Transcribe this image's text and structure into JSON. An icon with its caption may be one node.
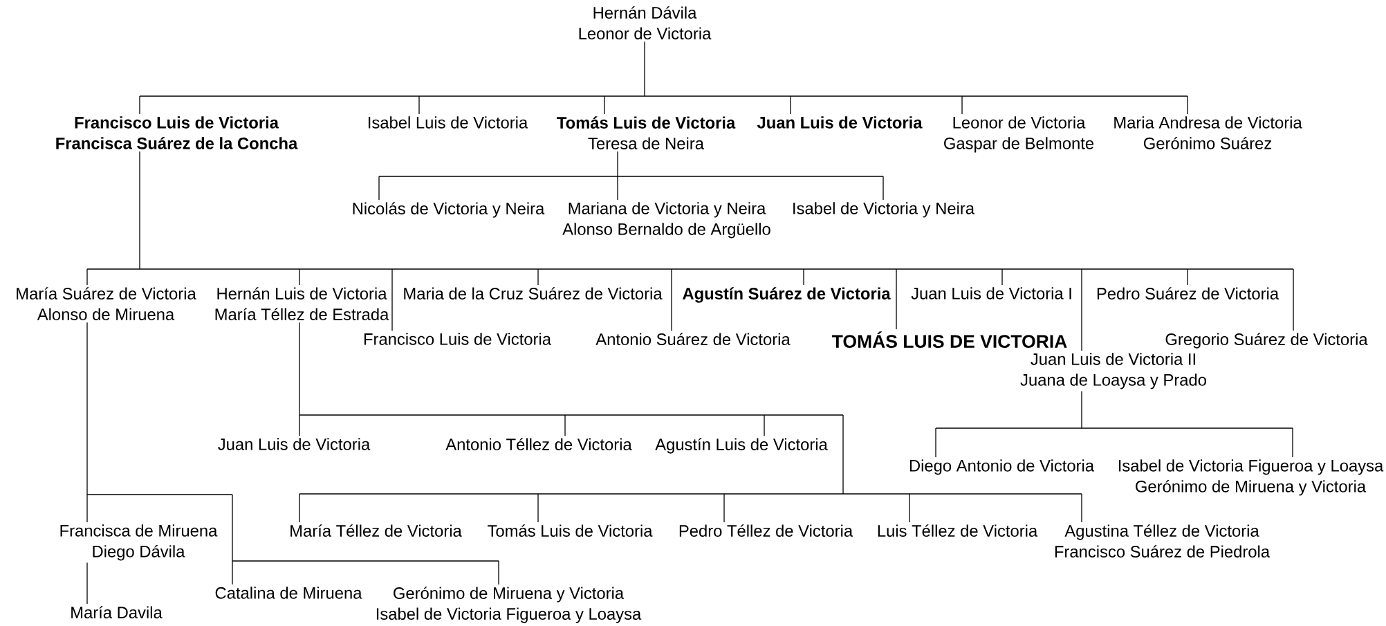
{
  "diagram": {
    "nodes": [
      {
        "text": [
          "Hernán Dávila",
          "Leonor de Victoria"
        ]
      },
      {
        "text": [
          "Francisco Luis de Victoria",
          "Francisca Suárez de la Concha"
        ]
      },
      {
        "text": [
          "Isabel Luis de Victoria"
        ]
      },
      {
        "text": [
          "Tomás Luis de Victoria",
          "Teresa de Neira"
        ]
      },
      {
        "text": [
          "Juan Luis de Victoria"
        ]
      },
      {
        "text": [
          "Leonor de Victoria",
          "Gaspar de Belmonte"
        ]
      },
      {
        "text": [
          "Maria Andresa de Victoria",
          "Gerónimo Suárez"
        ]
      },
      {
        "text": [
          "Nicolás de Victoria y Neira"
        ]
      },
      {
        "text": [
          "Mariana de Victoria y Neira",
          "Alonso Bernaldo de Argüello"
        ]
      },
      {
        "text": [
          "Isabel de Victoria y Neira"
        ]
      },
      {
        "text": [
          "María Suárez de Victoria",
          "Alonso de Miruena"
        ]
      },
      {
        "text": [
          "Hernán Luis de Victoria",
          "María Téllez de Estrada"
        ]
      },
      {
        "text": [
          "Maria de la Cruz Suárez de Victoria"
        ]
      },
      {
        "text": [
          "Agustín Suárez de Victoria"
        ]
      },
      {
        "text": [
          "Juan Luis de Victoria I"
        ]
      },
      {
        "text": [
          "Pedro Suárez de Victoria"
        ]
      },
      {
        "text": [
          "Francisco Luis de Victoria"
        ]
      },
      {
        "text": [
          "Antonio Suárez de Victoria"
        ]
      },
      {
        "text": [
          "TOMÁS LUIS DE VICTORIA"
        ]
      },
      {
        "text": [
          "Gregorio Suárez de Victoria"
        ]
      },
      {
        "text": [
          "Juan Luis de Victoria II",
          "Juana de Loaysa y Prado"
        ]
      },
      {
        "text": [
          "Juan Luis de Victoria"
        ]
      },
      {
        "text": [
          "Antonio Téllez de Victoria"
        ]
      },
      {
        "text": [
          "Agustín Luis de Victoria"
        ]
      },
      {
        "text": [
          "Diego Antonio de Victoria"
        ]
      },
      {
        "text": [
          "Isabel de Victoria Figueroa y Loaysa",
          "Gerónimo de Miruena y Victoria"
        ]
      },
      {
        "text": [
          "Francisca de Miruena",
          "Diego Dávila"
        ]
      },
      {
        "text": [
          "María Téllez de Victoria"
        ]
      },
      {
        "text": [
          "Tomás Luis de Victoria"
        ]
      },
      {
        "text": [
          "Pedro Téllez de Victoria"
        ]
      },
      {
        "text": [
          "Luis Téllez de Victoria"
        ]
      },
      {
        "text": [
          "Agustina Téllez de Victoria",
          "Francisco Suárez de Piedrola"
        ]
      },
      {
        "text": [
          "Catalina de Miruena"
        ]
      },
      {
        "text": [
          "Gerónimo de Miruena y Victoria",
          "Isabel de Victoria Figueroa y Loaysa"
        ]
      },
      {
        "text": [
          "María Davila"
        ]
      }
    ],
    "edges": [
      {
        "from": 0,
        "to": 1,
        "arrow": "none"
      },
      {
        "from": 0,
        "to": 2,
        "arrow": "none"
      },
      {
        "from": 0,
        "to": 3,
        "arrow": "none"
      },
      {
        "from": 0,
        "to": 4,
        "arrow": "none"
      },
      {
        "from": 0,
        "to": 5,
        "arrow": "none"
      },
      {
        "from": 0,
        "to": 6,
        "arrow": "none"
      },
      {
        "from": 3,
        "to": 7,
        "arrow": "none"
      },
      {
        "from": 3,
        "to": 8,
        "arrow": "none"
      },
      {
        "from": 3,
        "to": 9,
        "arrow": "none"
      },
      {
        "from": 1,
        "to": 10,
        "arrow": "none"
      },
      {
        "from": 1,
        "to": 11,
        "arrow": "none"
      },
      {
        "from": 1,
        "to": 16,
        "arrow": "none"
      },
      {
        "from": 1,
        "to": 12,
        "arrow": "none"
      },
      {
        "from": 1,
        "to": 17,
        "arrow": "none"
      },
      {
        "from": 1,
        "to": 13,
        "arrow": "none"
      },
      {
        "from": 1,
        "to": 18,
        "arrow": "none"
      },
      {
        "from": 1,
        "to": 14,
        "arrow": "none"
      },
      {
        "from": 1,
        "to": 20,
        "arrow": "none"
      },
      {
        "from": 1,
        "to": 15,
        "arrow": "none"
      },
      {
        "from": 1,
        "to": 19,
        "arrow": "none"
      },
      {
        "from": 11,
        "to": 21,
        "arrow": "none"
      },
      {
        "from": 11,
        "to": 22,
        "arrow": "none"
      },
      {
        "from": 11,
        "to": 23,
        "arrow": "none"
      },
      {
        "from": 11,
        "to": 27,
        "arrow": "none"
      },
      {
        "from": 11,
        "to": 28,
        "arrow": "none"
      },
      {
        "from": 11,
        "to": 29,
        "arrow": "none"
      },
      {
        "from": 11,
        "to": 30,
        "arrow": "none"
      },
      {
        "from": 11,
        "to": 31,
        "arrow": "none"
      },
      {
        "from": 20,
        "to": 24,
        "arrow": "none"
      },
      {
        "from": 20,
        "to": 25,
        "arrow": "none"
      },
      {
        "from": 10,
        "to": 26,
        "arrow": "none"
      },
      {
        "from": 10,
        "to": 32,
        "arrow": "none"
      },
      {
        "from": 10,
        "to": 33,
        "arrow": "none"
      },
      {
        "from": 26,
        "to": 34,
        "arrow": "none"
      }
    ]
  }
}
